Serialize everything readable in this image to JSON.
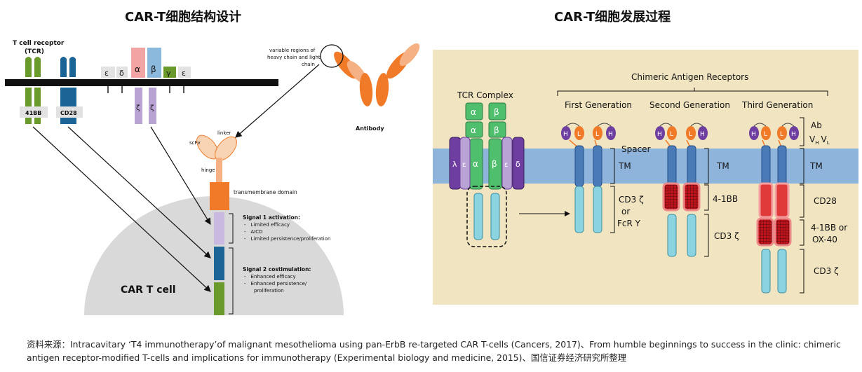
{
  "titles": {
    "left": "CAR-T细胞结构设计",
    "right": "CAR-T细胞发展过程"
  },
  "left_diagram": {
    "tcr_label": "T cell receptor",
    "tcr_sub": "(TCR)",
    "costim_41bb": "41BB",
    "costim_cd28": "CD28",
    "cd3_chains": [
      "ε",
      "δ",
      "α",
      "β",
      "γ",
      "ε"
    ],
    "zeta": "ζ",
    "antibody": "Antibody",
    "variable_regions": [
      "variable regions of",
      "heavy chain and light",
      "chain"
    ],
    "scfv": "scFv",
    "linker": "linker",
    "hinge": "hinge",
    "tm_domain": "transmembrane domain",
    "signal1_title": "Signal 1 activation:",
    "signal1_items": [
      "Limited efficacy",
      "AICD",
      "Limited persistence/proliferation"
    ],
    "signal2_title": "Signal 2 costimulation:",
    "signal2_items": [
      "Enhanced efficacy",
      "Enhanced persistence/",
      "proliferation"
    ],
    "cell_label": "CAR T cell",
    "colors": {
      "green": "#6a9a2c",
      "blue": "#1a6496",
      "orange": "#f07a28",
      "lavender": "#b9a3d4",
      "pink": "#f2a3a3",
      "lightblue": "#8bb8dd"
    }
  },
  "right_diagram": {
    "car_header": "Chimeric Antigen Receptors",
    "tcr_complex": "TCR Complex",
    "gen1": "First Generation",
    "gen2": "Second Generation",
    "gen3": "Third Generation",
    "tcr_letters": {
      "alpha": "α",
      "beta": "β",
      "lambda": "λ",
      "epsilon": "ε",
      "delta": "δ"
    },
    "spacer": "Spacer",
    "tm": "TM",
    "ab": "Ab",
    "vh": "V",
    "vh_sub": "H",
    "vl": "V",
    "vl_sub": "L",
    "h": "H",
    "l": "L",
    "gen1_signal": [
      "CD3 ζ",
      "or",
      "FcR Υ"
    ],
    "gen2_41bb": "4-1BB",
    "gen2_cd3": "CD3 ζ",
    "gen3_cd28": "CD28",
    "gen3_41bb": [
      "4-1BB or",
      "OX-40"
    ],
    "gen3_cd3": "CD3 ζ",
    "colors": {
      "background": "#f1e4c0",
      "membrane": "#8fb4dc",
      "tm": "#4a7ab8",
      "cyan": "#8bd3e0",
      "red": "#e03a3a",
      "purple": "#6e3fa0",
      "orange": "#f07a28",
      "green": "#4fbf6d"
    }
  },
  "source_text": "资料来源：Intracavitary ‘T4 immunotherapy’of malignant mesothelioma using pan-ErbB re-targeted CAR T-cells (Cancers, 2017)、From humble beginnings to success in the clinic: chimeric antigen receptor-modified T-cells and implications for immunotherapy (Experimental biology and medicine, 2015)、国信证券经济研究所整理"
}
